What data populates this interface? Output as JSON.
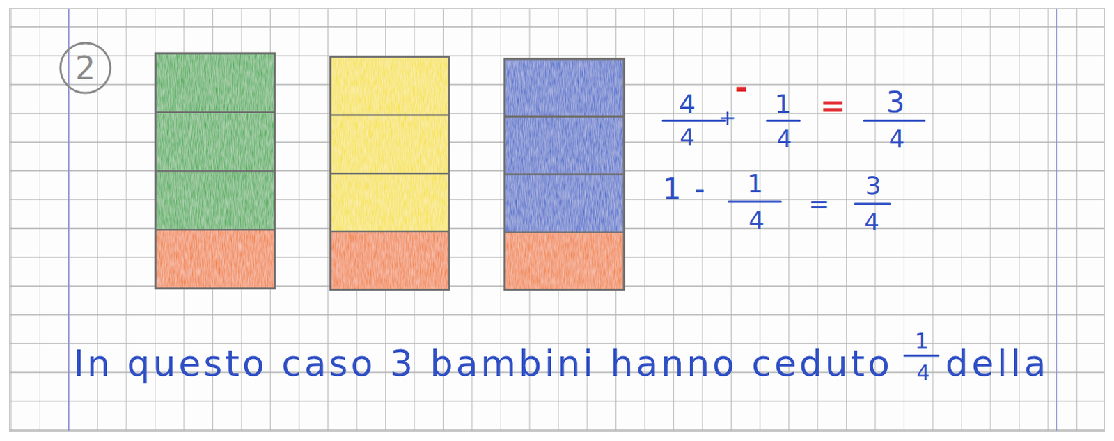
{
  "diagram": {
    "labels": [
      "2",
      "4",
      "4",
      "+",
      "-",
      "1",
      "4",
      "=",
      "3",
      "4",
      "1",
      "-",
      "1",
      "4",
      "=",
      "3",
      "4",
      "In questo caso 3 bambini hanno ceduto",
      "1",
      "4",
      "della"
    ]
  }
}
